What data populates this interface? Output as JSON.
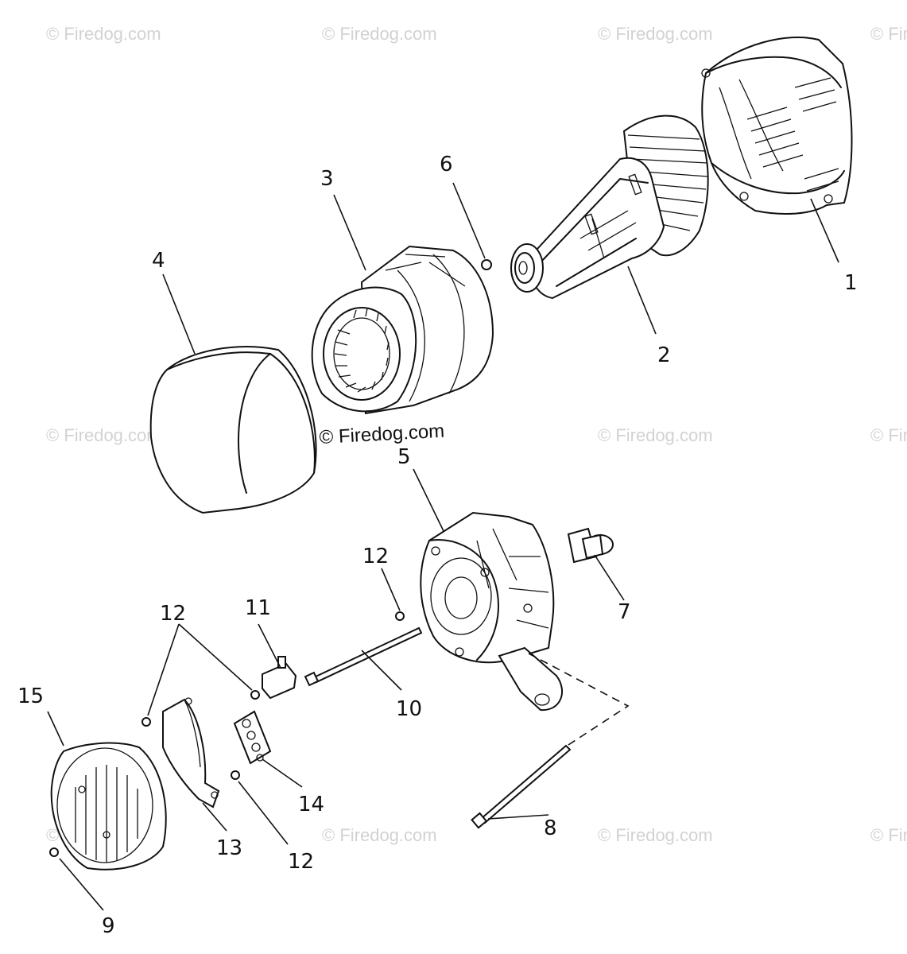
{
  "watermark": {
    "text": "© Firedog.com",
    "main": "© Firedog.com"
  },
  "callouts": {
    "p1": "1",
    "p2": "2",
    "p3": "3",
    "p4": "4",
    "p5": "5",
    "p6": "6",
    "p7": "7",
    "p8": "8",
    "p9": "9",
    "p10": "10",
    "p11": "11",
    "p12a": "12",
    "p12b": "12",
    "p12c": "12",
    "p13": "13",
    "p14": "14",
    "p15": "15"
  }
}
